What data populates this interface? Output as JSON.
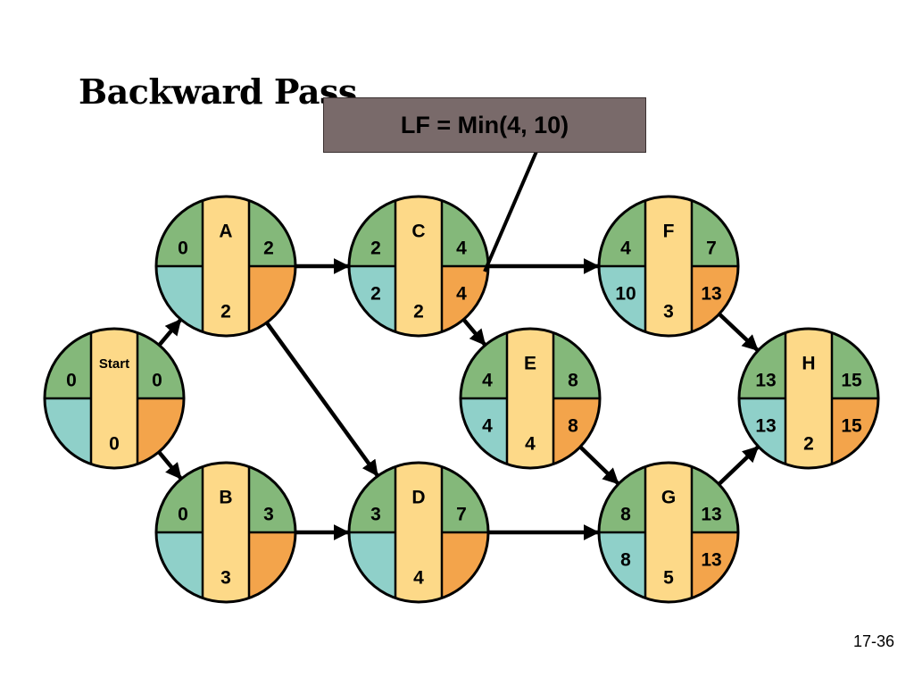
{
  "title": "Backward Pass",
  "callout": "LF = Min(4, 10)",
  "slide_number": "17-36",
  "colors": {
    "green": "#84b87a",
    "teal": "#8fd0c9",
    "orange": "#f3a44b",
    "yellow": "#fdd988",
    "callout_bg": "#796a6a"
  },
  "nodes": [
    {
      "id": "start",
      "name": "Start",
      "es": "0",
      "ef": "0",
      "ls": "",
      "lf": "",
      "dur": "0"
    },
    {
      "id": "A",
      "name": "A",
      "es": "0",
      "ef": "2",
      "ls": "",
      "lf": "",
      "dur": "2"
    },
    {
      "id": "B",
      "name": "B",
      "es": "0",
      "ef": "3",
      "ls": "",
      "lf": "",
      "dur": "3"
    },
    {
      "id": "C",
      "name": "C",
      "es": "2",
      "ef": "4",
      "ls": "2",
      "lf": "4",
      "dur": "2"
    },
    {
      "id": "D",
      "name": "D",
      "es": "3",
      "ef": "7",
      "ls": "",
      "lf": "",
      "dur": "4"
    },
    {
      "id": "E",
      "name": "E",
      "es": "4",
      "ef": "8",
      "ls": "4",
      "lf": "8",
      "dur": "4"
    },
    {
      "id": "F",
      "name": "F",
      "es": "4",
      "ef": "7",
      "ls": "10",
      "lf": "13",
      "dur": "3"
    },
    {
      "id": "G",
      "name": "G",
      "es": "8",
      "ef": "13",
      "ls": "8",
      "lf": "13",
      "dur": "5"
    },
    {
      "id": "H",
      "name": "H",
      "es": "13",
      "ef": "15",
      "ls": "13",
      "lf": "15",
      "dur": "2"
    }
  ],
  "edges": [
    {
      "from": "start",
      "to": "A"
    },
    {
      "from": "start",
      "to": "B"
    },
    {
      "from": "A",
      "to": "C"
    },
    {
      "from": "A",
      "to": "D"
    },
    {
      "from": "B",
      "to": "D"
    },
    {
      "from": "C",
      "to": "F"
    },
    {
      "from": "C",
      "to": "E"
    },
    {
      "from": "D",
      "to": "G"
    },
    {
      "from": "E",
      "to": "G"
    },
    {
      "from": "F",
      "to": "H"
    },
    {
      "from": "G",
      "to": "H"
    }
  ]
}
